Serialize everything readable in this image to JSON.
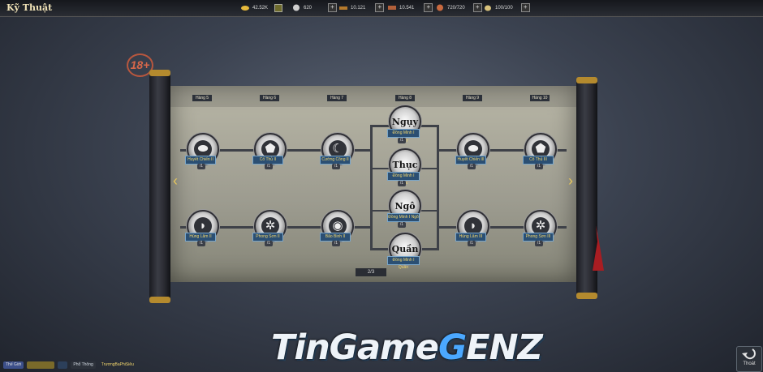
{
  "window": {
    "title": "Kỹ Thuật"
  },
  "resources": [
    {
      "value": "42.52K",
      "icon": "gold-icon",
      "has_plus": false
    },
    {
      "value": "620",
      "icon": "silver-coin-icon",
      "has_plus": true
    },
    {
      "value": "10.121",
      "icon": "wood-icon",
      "has_plus": true
    },
    {
      "value": "10.541",
      "icon": "iron-icon",
      "has_plus": true
    },
    {
      "value": "720/720",
      "icon": "meat-icon",
      "has_plus": true
    },
    {
      "value": "100/100",
      "icon": "grain-icon",
      "has_plus": true
    }
  ],
  "age_badge": "18+",
  "ranks": [
    "Hàng 5",
    "Hàng 6",
    "Hàng 7",
    "Hàng 8",
    "Hàng 9",
    "Hàng 10"
  ],
  "top_row": [
    {
      "label": "Huyết Chiến II",
      "icon": "blood-battle-icon"
    },
    {
      "label": "Cố Thủ II",
      "icon": "shield-icon"
    },
    {
      "label": "Cường Công II",
      "icon": "bow-icon"
    },
    {
      "label": "Huyết Chiến III",
      "icon": "blood-battle-icon"
    },
    {
      "label": "Cố Thủ III",
      "icon": "shield-icon"
    }
  ],
  "bottom_row": [
    {
      "label": "Hùng Lâm II",
      "icon": "beast-icon"
    },
    {
      "label": "Phong Sơn II",
      "icon": "wheat-icon"
    },
    {
      "label": "Bão Binh II",
      "icon": "target-icon"
    },
    {
      "label": "Hùng Lâm III",
      "icon": "beast-icon"
    },
    {
      "label": "Phong Sơn III",
      "icon": "wheat-icon"
    }
  ],
  "faction_nodes": [
    {
      "name": "Ngụy",
      "label": "Đồng Minh I Ngụy"
    },
    {
      "name": "Thục",
      "label": "Đồng Minh I Thục"
    },
    {
      "name": "Ngô",
      "label": "Đồng Minh I Ngô"
    },
    {
      "name": "Quần",
      "label": "Đồng Minh I Quần"
    }
  ],
  "node_level": "/1",
  "page_indicator": "2/3",
  "watermark": {
    "part1": "TinGame",
    "part2": "G",
    "part3": "ENZ"
  },
  "bottom": {
    "chat_tab": "Thế Giới",
    "channel_tag": "Phổ Thông",
    "player_name": "TrươngBaPhiSiêu"
  },
  "retreat_label": "Thoát",
  "colors": {
    "label_bg": "#2b4f73",
    "label_text": "#f2d66d",
    "title": "#f1e3b7"
  }
}
